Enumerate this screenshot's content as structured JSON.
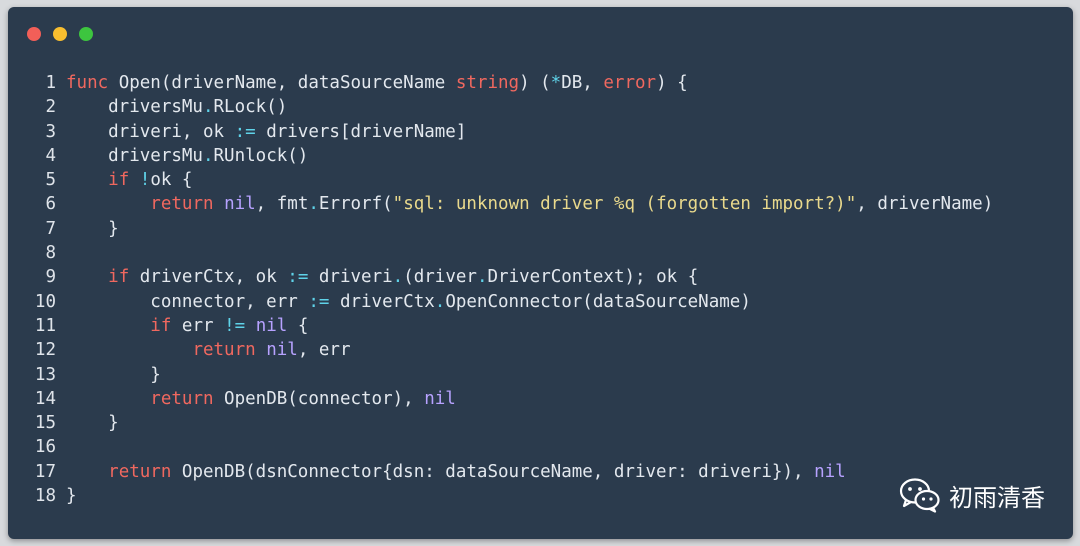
{
  "window": {
    "traffic_lights": [
      {
        "name": "close",
        "color": "#f25f58"
      },
      {
        "name": "minimize",
        "color": "#f8be2f"
      },
      {
        "name": "zoom",
        "color": "#3dc53f"
      }
    ]
  },
  "colors": {
    "background": "#2b3b4d",
    "keyword": "#f0685f",
    "literal": "#b7a2ff",
    "string": "#e9d98c",
    "operator": "#5fd3e9",
    "text": "#e3e8ee"
  },
  "watermark": {
    "icon": "wechat-icon",
    "text": "初雨清香"
  },
  "code_lines": [
    {
      "n": "1",
      "tokens": [
        [
          "kw",
          "func"
        ],
        [
          "plain",
          " Open(driverName, dataSourceName "
        ],
        [
          "kw",
          "string"
        ],
        [
          "plain",
          ") ("
        ],
        [
          "op",
          "*"
        ],
        [
          "plain",
          "DB, "
        ],
        [
          "kw",
          "error"
        ],
        [
          "plain",
          ") {"
        ]
      ]
    },
    {
      "n": "2",
      "tokens": [
        [
          "plain",
          "    driversMu"
        ],
        [
          "op",
          "."
        ],
        [
          "plain",
          "RLock()"
        ]
      ]
    },
    {
      "n": "3",
      "tokens": [
        [
          "plain",
          "    driveri, ok "
        ],
        [
          "op",
          ":="
        ],
        [
          "plain",
          " drivers[driverName]"
        ]
      ]
    },
    {
      "n": "4",
      "tokens": [
        [
          "plain",
          "    driversMu"
        ],
        [
          "op",
          "."
        ],
        [
          "plain",
          "RUnlock()"
        ]
      ]
    },
    {
      "n": "5",
      "tokens": [
        [
          "plain",
          "    "
        ],
        [
          "kw",
          "if"
        ],
        [
          "plain",
          " "
        ],
        [
          "op",
          "!"
        ],
        [
          "plain",
          "ok {"
        ]
      ]
    },
    {
      "n": "6",
      "tokens": [
        [
          "plain",
          "        "
        ],
        [
          "kw",
          "return"
        ],
        [
          "plain",
          " "
        ],
        [
          "lit",
          "nil"
        ],
        [
          "plain",
          ", fmt"
        ],
        [
          "op",
          "."
        ],
        [
          "plain",
          "Errorf("
        ],
        [
          "str",
          "\"sql: unknown driver %q (forgotten import?)\""
        ],
        [
          "plain",
          ", driverName)"
        ]
      ]
    },
    {
      "n": "7",
      "tokens": [
        [
          "plain",
          "    }"
        ]
      ]
    },
    {
      "n": "8",
      "tokens": []
    },
    {
      "n": "9",
      "tokens": [
        [
          "plain",
          "    "
        ],
        [
          "kw",
          "if"
        ],
        [
          "plain",
          " driverCtx, ok "
        ],
        [
          "op",
          ":="
        ],
        [
          "plain",
          " driveri"
        ],
        [
          "op",
          "."
        ],
        [
          "plain",
          "(driver"
        ],
        [
          "op",
          "."
        ],
        [
          "plain",
          "DriverContext); ok {"
        ]
      ]
    },
    {
      "n": "10",
      "tokens": [
        [
          "plain",
          "        connector, err "
        ],
        [
          "op",
          ":="
        ],
        [
          "plain",
          " driverCtx"
        ],
        [
          "op",
          "."
        ],
        [
          "plain",
          "OpenConnector(dataSourceName)"
        ]
      ]
    },
    {
      "n": "11",
      "tokens": [
        [
          "plain",
          "        "
        ],
        [
          "kw",
          "if"
        ],
        [
          "plain",
          " err "
        ],
        [
          "op",
          "!="
        ],
        [
          "plain",
          " "
        ],
        [
          "lit",
          "nil"
        ],
        [
          "plain",
          " {"
        ]
      ]
    },
    {
      "n": "12",
      "tokens": [
        [
          "plain",
          "            "
        ],
        [
          "kw",
          "return"
        ],
        [
          "plain",
          " "
        ],
        [
          "lit",
          "nil"
        ],
        [
          "plain",
          ", err"
        ]
      ]
    },
    {
      "n": "13",
      "tokens": [
        [
          "plain",
          "        }"
        ]
      ]
    },
    {
      "n": "14",
      "tokens": [
        [
          "plain",
          "        "
        ],
        [
          "kw",
          "return"
        ],
        [
          "plain",
          " OpenDB(connector), "
        ],
        [
          "lit",
          "nil"
        ]
      ]
    },
    {
      "n": "15",
      "tokens": [
        [
          "plain",
          "    }"
        ]
      ]
    },
    {
      "n": "16",
      "tokens": []
    },
    {
      "n": "17",
      "tokens": [
        [
          "plain",
          "    "
        ],
        [
          "kw",
          "return"
        ],
        [
          "plain",
          " OpenDB(dsnConnector{dsn: dataSourceName, driver: driveri}), "
        ],
        [
          "lit",
          "nil"
        ]
      ]
    },
    {
      "n": "18",
      "tokens": [
        [
          "plain",
          "}"
        ]
      ]
    }
  ]
}
